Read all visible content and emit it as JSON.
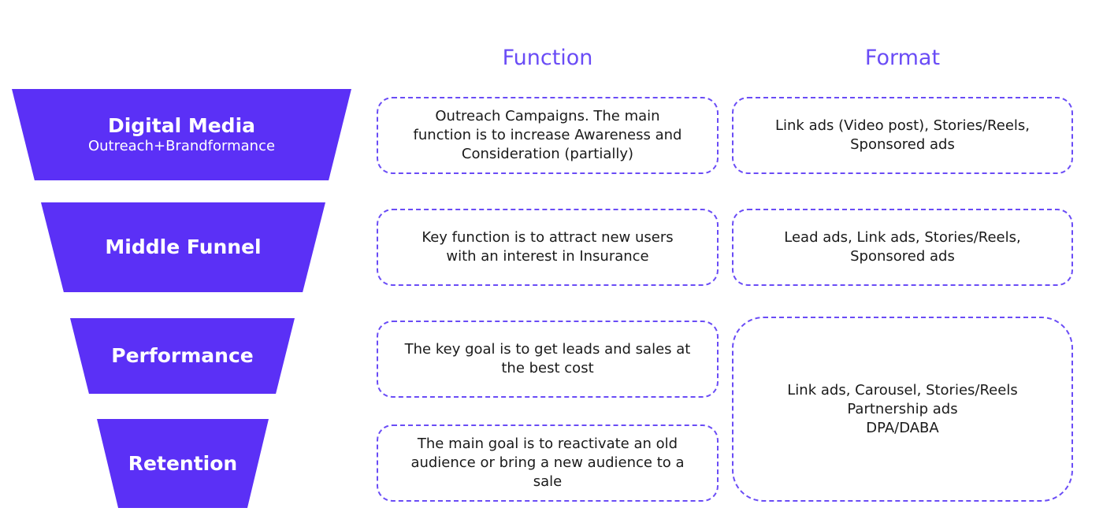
{
  "headers": {
    "function": "Function",
    "format": "Format"
  },
  "stages": [
    {
      "name": "Digital Media",
      "subtitle": "Outreach+Brandformance"
    },
    {
      "name": "Middle Funnel"
    },
    {
      "name": "Performance"
    },
    {
      "name": "Retention"
    }
  ],
  "functions": [
    "Outreach Campaigns. The main\nfunction is to increase Awareness and\nConsideration (partially)",
    "Key function is to attract new users\nwith an interest in Insurance",
    "The key goal is to get leads and sales at\nthe best cost",
    "The main goal is to reactivate an old\naudience or bring a new audience to a\nsale"
  ],
  "formats": [
    "Link ads (Video post), Stories/Reels,\nSponsored ads",
    "Lead ads, Link ads, Stories/Reels,\nSponsored ads",
    "Link ads, Carousel, Stories/Reels\nPartnership ads\nDPA/DABA"
  ],
  "colors": {
    "funnel_fill": "#5b30f6",
    "accent": "#6a4cf6",
    "text": "#1a1a1a",
    "background": "#ffffff"
  }
}
